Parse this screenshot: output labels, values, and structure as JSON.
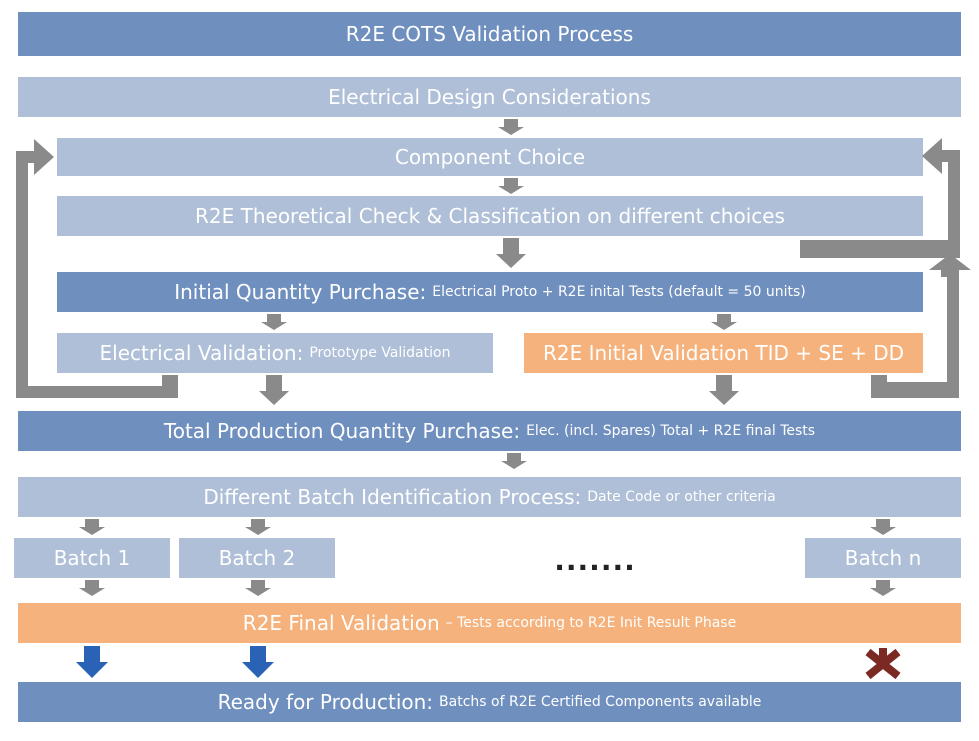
{
  "header": {
    "title": "R2E COTS Validation Process"
  },
  "steps": {
    "design": {
      "title": "Electrical Design Considerations"
    },
    "component_choice": {
      "title": "Component Choice"
    },
    "theoretical_check": {
      "title": "R2E Theoretical Check & Classification on different choices"
    },
    "initial_purchase": {
      "title": "Initial Quantity Purchase:",
      "detail": "Electrical Proto + R2E inital Tests (default = 50 units)"
    },
    "electrical_validation": {
      "title": "Electrical Validation:",
      "detail": "Prototype Validation"
    },
    "r2e_initial_validation": {
      "title": "R2E Initial Validation TID + SE + DD"
    },
    "total_purchase": {
      "title": "Total Production Quantity Purchase:",
      "detail": "Elec. (incl. Spares) Total + R2E final Tests"
    },
    "batch_identification": {
      "title": "Different Batch Identification Process:",
      "detail": "Date Code or other criteria"
    },
    "batches": [
      "Batch 1",
      "Batch 2",
      "Batch n"
    ],
    "ellipsis": ".......",
    "r2e_final_validation": {
      "title": "R2E Final Validation",
      "detail": "– Tests according to R2E Init Result Phase"
    },
    "ready": {
      "title": "Ready for Production:",
      "detail": "Batchs of R2E Certified Components available"
    }
  },
  "colors": {
    "dark_blue": "#6f8fbf",
    "light_blue": "#aebfd7",
    "orange": "#f6b27c",
    "arrow_gray": "#8a8a8a",
    "arrow_blue": "#2a63b5",
    "reject_red": "#7a2a22"
  },
  "icons": {
    "pass": "down-arrow-blue",
    "reject": "x-cross-red"
  }
}
